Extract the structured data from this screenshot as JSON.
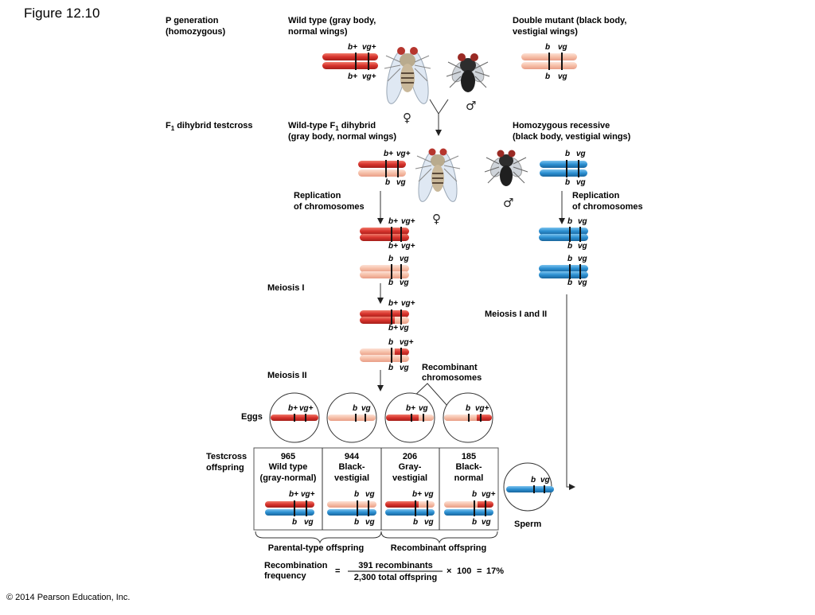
{
  "figure_title": "Figure 12.10",
  "copyright": "© 2014 Pearson Education, Inc.",
  "colors": {
    "red": "#d7322c",
    "light_red": "#f2b5a0",
    "pink": "#f7c7b4",
    "blue": "#2b8fd1",
    "light_blue": "#7fc0ea"
  },
  "labels": {
    "p_generation_1": "P generation",
    "p_generation_2": "(homozygous)",
    "wild_type_1": "Wild type (gray body,",
    "wild_type_2": "normal wings)",
    "double_mutant_1": "Double mutant (black body,",
    "double_mutant_2": "vestigial wings)",
    "f1_testcross": "dihybrid testcross",
    "f1_prefix": "F",
    "f1_sub": "1",
    "wt_f1_1a": "Wild-type F",
    "wt_f1_1b": " dihybrid",
    "wt_f1_2": "(gray body, normal wings)",
    "homo_rec_1": "Homozygous recessive",
    "homo_rec_2": "(black body, vestigial wings)",
    "replication_1": "Replication",
    "replication_2": "of chromosomes",
    "meiosis_1": "Meiosis I",
    "meiosis_2": "Meiosis II",
    "meiosis_1_2": "Meiosis I and II",
    "recombinant_1": "Recombinant",
    "recombinant_2": "chromosomes",
    "eggs": "Eggs",
    "sperm": "Sperm",
    "testcross_1": "Testcross",
    "testcross_2": "offspring",
    "parental_type": "Parental-type offspring",
    "recombinant_offspring": "Recombinant offspring",
    "recomb_freq_1": "Recombination",
    "recomb_freq_2": "frequency",
    "equals": "=",
    "numerator": "391 recombinants",
    "denominator": "2,300 total offspring",
    "times": "×",
    "hundred": "100",
    "result": "17%"
  },
  "alleles": {
    "b_plus": "b+",
    "vg_plus": "vg+",
    "b": "b",
    "vg": "vg"
  },
  "offspring": [
    {
      "count": "965",
      "line1": "Wild type",
      "line2": "(gray-normal)"
    },
    {
      "count": "944",
      "line1": "Black-",
      "line2": "vestigial"
    },
    {
      "count": "206",
      "line1": "Gray-",
      "line2": "vestigial"
    },
    {
      "count": "185",
      "line1": "Black-",
      "line2": "normal"
    }
  ],
  "symbols": {
    "female": "♀",
    "male": "♂"
  }
}
